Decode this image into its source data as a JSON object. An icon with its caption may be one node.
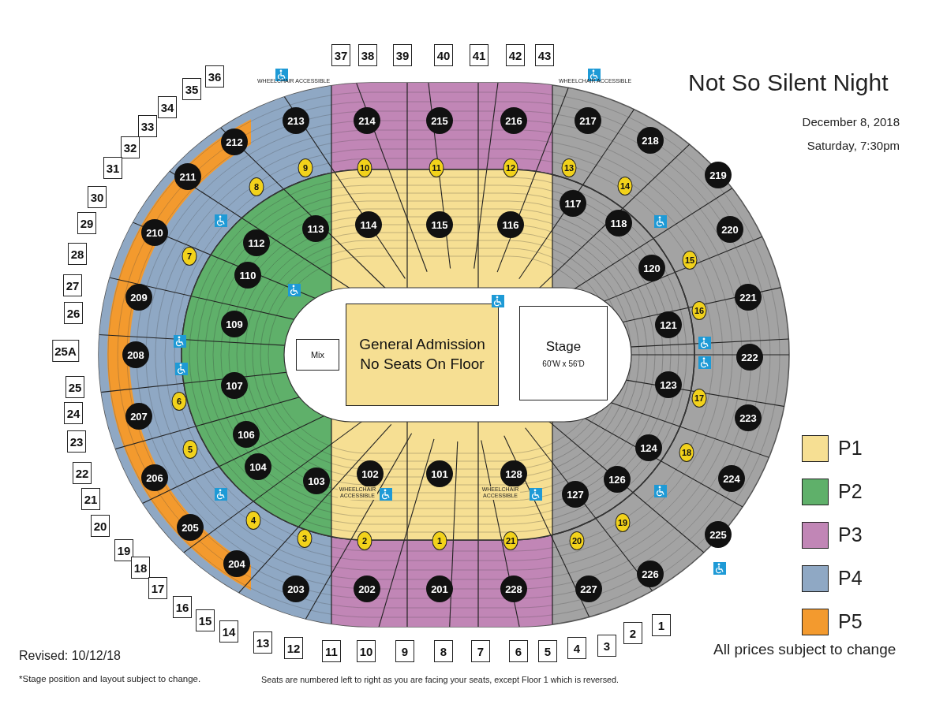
{
  "diagram": {
    "title": "Not So Silent Night",
    "nodes": [
      {
        "text": [
          "General Admission No Seats On Floor"
        ]
      },
      {
        "text": [
          "Mix"
        ]
      },
      {
        "text": [
          "Stage",
          "60'W x 56'D"
        ]
      },
      {
        "text": [
          "213"
        ]
      },
      {
        "text": [
          "214"
        ]
      },
      {
        "text": [
          "215"
        ]
      },
      {
        "text": [
          "216"
        ]
      },
      {
        "text": [
          "217"
        ]
      },
      {
        "text": [
          "218"
        ]
      },
      {
        "text": [
          "219"
        ]
      },
      {
        "text": [
          "220"
        ]
      },
      {
        "text": [
          "221"
        ]
      },
      {
        "text": [
          "222"
        ]
      },
      {
        "text": [
          "223"
        ]
      },
      {
        "text": [
          "224"
        ]
      },
      {
        "text": [
          "225"
        ]
      },
      {
        "text": [
          "226"
        ]
      },
      {
        "text": [
          "227"
        ]
      },
      {
        "text": [
          "228"
        ]
      },
      {
        "text": [
          "201"
        ]
      },
      {
        "text": [
          "202"
        ]
      },
      {
        "text": [
          "203"
        ]
      },
      {
        "text": [
          "204"
        ]
      },
      {
        "text": [
          "205"
        ]
      },
      {
        "text": [
          "206"
        ]
      },
      {
        "text": [
          "207"
        ]
      },
      {
        "text": [
          "208"
        ]
      },
      {
        "text": [
          "209"
        ]
      },
      {
        "text": [
          "210"
        ]
      },
      {
        "text": [
          "211"
        ]
      },
      {
        "text": [
          "212"
        ]
      },
      {
        "text": [
          "113"
        ]
      },
      {
        "text": [
          "114"
        ]
      },
      {
        "text": [
          "115"
        ]
      },
      {
        "text": [
          "116"
        ]
      },
      {
        "text": [
          "117"
        ]
      },
      {
        "text": [
          "118"
        ]
      },
      {
        "text": [
          "120"
        ]
      },
      {
        "text": [
          "121"
        ]
      },
      {
        "text": [
          "123"
        ]
      },
      {
        "text": [
          "124"
        ]
      },
      {
        "text": [
          "126"
        ]
      },
      {
        "text": [
          "127"
        ]
      },
      {
        "text": [
          "128"
        ]
      },
      {
        "text": [
          "101"
        ]
      },
      {
        "text": [
          "102"
        ]
      },
      {
        "text": [
          "103"
        ]
      },
      {
        "text": [
          "104"
        ]
      },
      {
        "text": [
          "106"
        ]
      },
      {
        "text": [
          "107"
        ]
      },
      {
        "text": [
          "109"
        ]
      },
      {
        "text": [
          "110"
        ]
      },
      {
        "text": [
          "112"
        ]
      },
      {
        "text": [
          "1"
        ]
      },
      {
        "text": [
          "2"
        ]
      },
      {
        "text": [
          "3"
        ]
      },
      {
        "text": [
          "4"
        ]
      },
      {
        "text": [
          "5"
        ]
      },
      {
        "text": [
          "6"
        ]
      },
      {
        "text": [
          "7"
        ]
      },
      {
        "text": [
          "8"
        ]
      },
      {
        "text": [
          "9"
        ]
      },
      {
        "text": [
          "10"
        ]
      },
      {
        "text": [
          "11"
        ]
      },
      {
        "text": [
          "12"
        ]
      },
      {
        "text": [
          "13"
        ]
      },
      {
        "text": [
          "14"
        ]
      },
      {
        "text": [
          "15"
        ]
      },
      {
        "text": [
          "16"
        ]
      },
      {
        "text": [
          "17"
        ]
      },
      {
        "text": [
          "18"
        ]
      },
      {
        "text": [
          "19"
        ]
      },
      {
        "text": [
          "20"
        ]
      },
      {
        "text": [
          "21"
        ]
      },
      {
        "text": [
          "37"
        ]
      },
      {
        "text": [
          "38"
        ]
      },
      {
        "text": [
          "39"
        ]
      },
      {
        "text": [
          "40"
        ]
      },
      {
        "text": [
          "41"
        ]
      },
      {
        "text": [
          "42"
        ]
      },
      {
        "text": [
          "43"
        ]
      },
      {
        "text": [
          "36"
        ]
      },
      {
        "text": [
          "35"
        ]
      },
      {
        "text": [
          "34"
        ]
      },
      {
        "text": [
          "33"
        ]
      },
      {
        "text": [
          "32"
        ]
      },
      {
        "text": [
          "31"
        ]
      },
      {
        "text": [
          "30"
        ]
      },
      {
        "text": [
          "29"
        ]
      },
      {
        "text": [
          "28"
        ]
      },
      {
        "text": [
          "27"
        ]
      },
      {
        "text": [
          "26"
        ]
      },
      {
        "text": [
          "25A"
        ]
      },
      {
        "text": [
          "25"
        ]
      },
      {
        "text": [
          "24"
        ]
      },
      {
        "text": [
          "23"
        ]
      },
      {
        "text": [
          "22"
        ]
      },
      {
        "text": [
          "21"
        ]
      },
      {
        "text": [
          "20"
        ]
      },
      {
        "text": [
          "19"
        ]
      },
      {
        "text": [
          "18"
        ]
      },
      {
        "text": [
          "17"
        ]
      },
      {
        "text": [
          "16"
        ]
      },
      {
        "text": [
          "15"
        ]
      },
      {
        "text": [
          "14"
        ]
      },
      {
        "text": [
          "13"
        ]
      },
      {
        "text": [
          "12"
        ]
      },
      {
        "text": [
          "11"
        ]
      },
      {
        "text": [
          "10"
        ]
      },
      {
        "text": [
          "9"
        ]
      },
      {
        "text": [
          "8"
        ]
      },
      {
        "text": [
          "7"
        ]
      },
      {
        "text": [
          "6"
        ]
      },
      {
        "text": [
          "5"
        ]
      },
      {
        "text": [
          "4"
        ]
      },
      {
        "text": [
          "3"
        ]
      },
      {
        "text": [
          "2"
        ]
      },
      {
        "text": [
          "1"
        ]
      }
    ],
    "labels": [
      "December 8, 2018",
      "Saturday, 7:30pm",
      "WHEELCHAIR ACCESSIBLE",
      "WHEELCHAIR ACCESSIBLE",
      "WHEELCHAIR ACCESSIBLE",
      "WHEELCHAIR ACCESSIBLE",
      "Revised: 10/12/18",
      "All prices subject to change",
      "*Stage position and layout subject to change.",
      "Seats are numbered left to right as you are facing your seats, except Floor 1 which is reversed."
    ],
    "legend": [
      {
        "text": "P1",
        "color": "#f6df93"
      },
      {
        "text": "P2",
        "color": "#5fb06a"
      },
      {
        "text": "P3",
        "color": "#c186b6"
      },
      {
        "text": "P4",
        "color": "#8fa8c4"
      },
      {
        "text": "P5",
        "color": "#f39a2e"
      }
    ]
  }
}
